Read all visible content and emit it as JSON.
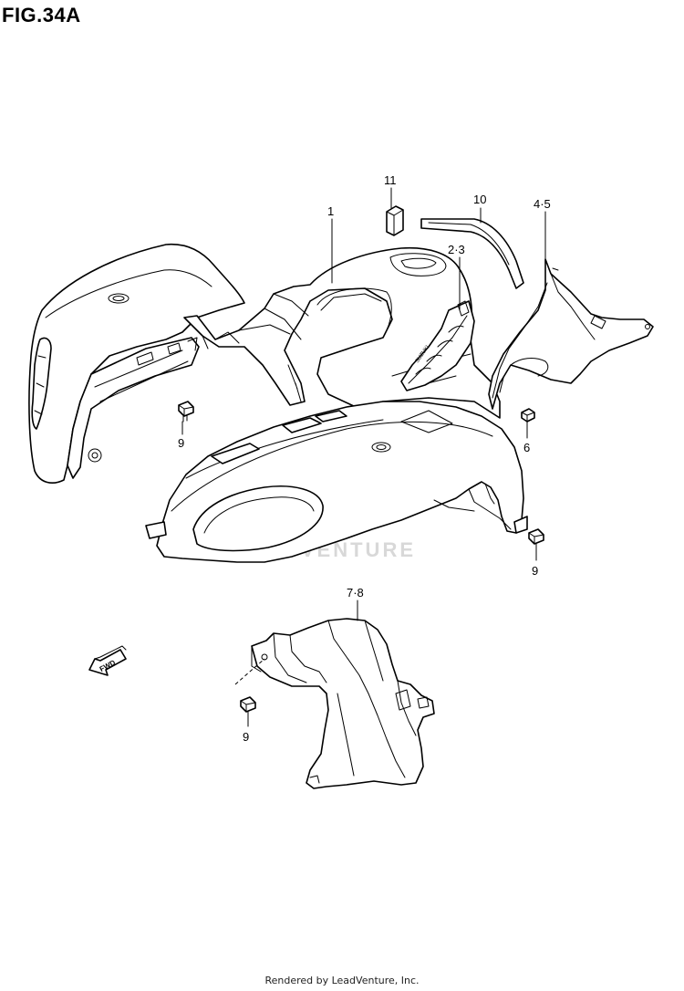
{
  "figure": {
    "title": "FIG.34A"
  },
  "callouts": [
    {
      "id": "c1",
      "label": "1"
    },
    {
      "id": "c23",
      "label": "2·3"
    },
    {
      "id": "c45",
      "label": "4·5"
    },
    {
      "id": "c6",
      "label": "6"
    },
    {
      "id": "c78",
      "label": "7·8"
    },
    {
      "id": "c9a",
      "label": "9"
    },
    {
      "id": "c9b",
      "label": "9"
    },
    {
      "id": "c9c",
      "label": "9"
    },
    {
      "id": "c10",
      "label": "10"
    },
    {
      "id": "c11",
      "label": "11"
    }
  ],
  "fwd_arrow": {
    "label": "FWD"
  },
  "watermark": {
    "text": "LEADVENTURE"
  },
  "footer": {
    "text": "Rendered by LeadVenture, Inc."
  },
  "colors": {
    "line": "#000000",
    "background": "#ffffff",
    "watermark": "#d8d8d8"
  }
}
